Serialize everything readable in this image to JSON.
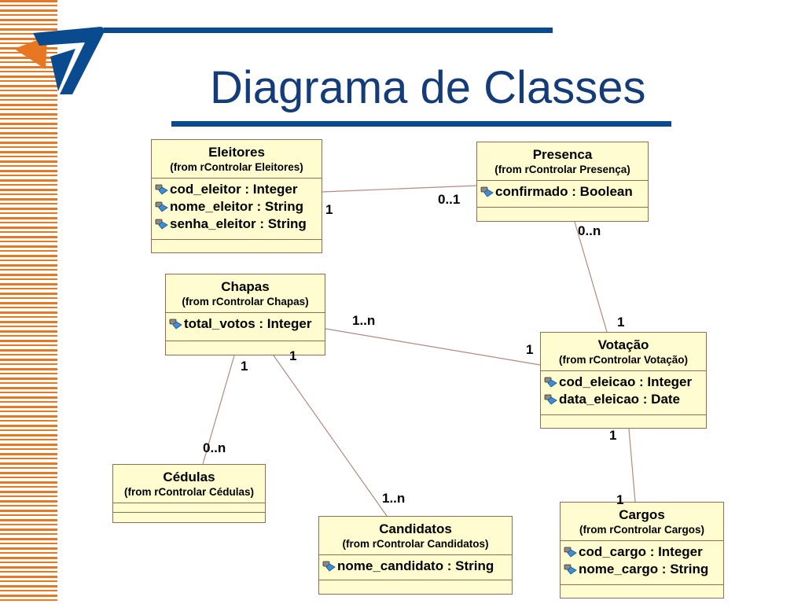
{
  "title": "Diagrama de Classes",
  "colors": {
    "accent": "#0a4a8f",
    "stripes": "#e87722",
    "class_fill": "#fffdd0",
    "class_border": "#9b6a54",
    "link": "#b38a80"
  },
  "classes": {
    "eleitores": {
      "name": "Eleitores",
      "from": "(from rControlar Eleitores)",
      "attrs": [
        "cod_eleitor : Integer",
        "nome_eleitor : String",
        "senha_eleitor : String"
      ]
    },
    "presenca": {
      "name": "Presenca",
      "from": "(from rControlar Presença)",
      "attrs": [
        "confirmado : Boolean"
      ]
    },
    "chapas": {
      "name": "Chapas",
      "from": "(from rControlar Chapas)",
      "attrs": [
        "total_votos : Integer"
      ]
    },
    "votacao": {
      "name": "Votação",
      "from": "(from rControlar Votação)",
      "attrs": [
        "cod_eleicao : Integer",
        "data_eleicao : Date"
      ]
    },
    "cedulas": {
      "name": "Cédulas",
      "from": "(from rControlar Cédulas)",
      "attrs": []
    },
    "candidatos": {
      "name": "Candidatos",
      "from": "(from rControlar Candidatos)",
      "attrs": [
        "nome_candidato : String"
      ]
    },
    "cargos": {
      "name": "Cargos",
      "from": "(from rControlar Cargos)",
      "attrs": [
        "cod_cargo : Integer",
        "nome_cargo : String"
      ]
    }
  },
  "multiplicities": {
    "eleitores_presenca_a": "1",
    "eleitores_presenca_b": "0..1",
    "presenca_votacao_a": "0..n",
    "presenca_votacao_b": "1",
    "chapas_votacao_a": "1..n",
    "chapas_votacao_b": "1",
    "chapas_cedulas_a": "1",
    "chapas_cedulas_b": "0..n",
    "chapas_candidatos_a": "1",
    "chapas_candidatos_b": "1..n",
    "votacao_cargos_a": "1",
    "votacao_cargos_b": "1"
  }
}
